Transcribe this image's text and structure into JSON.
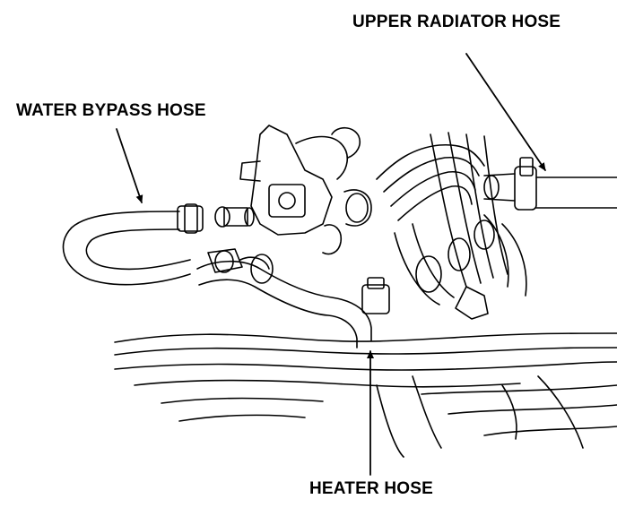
{
  "labels": {
    "upper_radiator_hose": "UPPER RADIATOR HOSE",
    "water_bypass_hose": "WATER BYPASS HOSE",
    "heater_hose": "HEATER HOSE"
  },
  "colors": {
    "ink": "#000000",
    "background": "#ffffff"
  }
}
